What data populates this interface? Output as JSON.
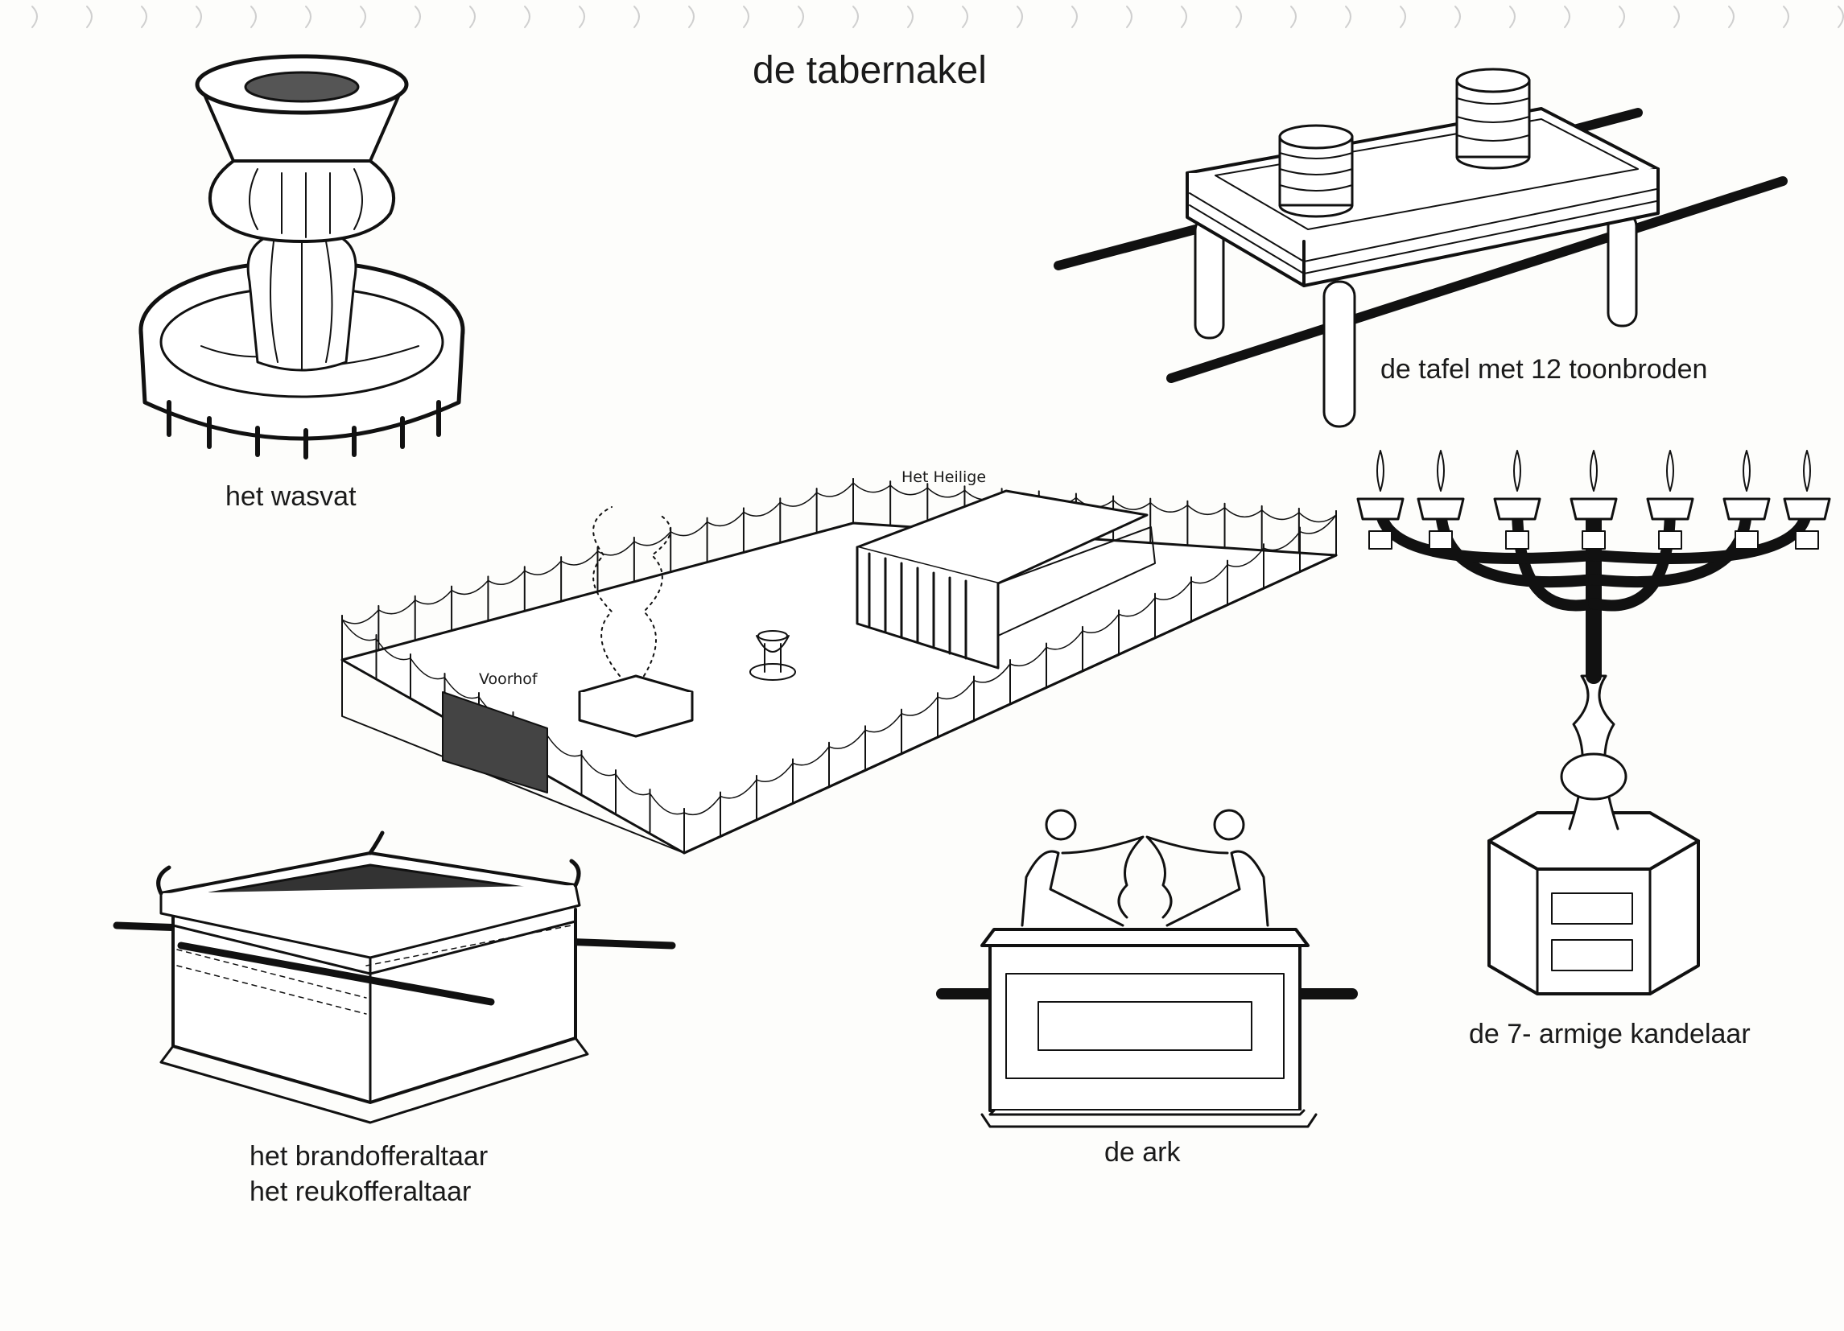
{
  "title": "de tabernakel",
  "labels": {
    "wasvat": "het wasvat",
    "tafel": "de tafel met 12 toonbroden",
    "heilige": "Het Heilige",
    "voorhof": "Voorhof",
    "kandelaar": "de 7- armige kandelaar",
    "altaar_line1": "het brandofferaltaar",
    "altaar_line2": "het reukofferaltaar",
    "ark": "de ark"
  }
}
